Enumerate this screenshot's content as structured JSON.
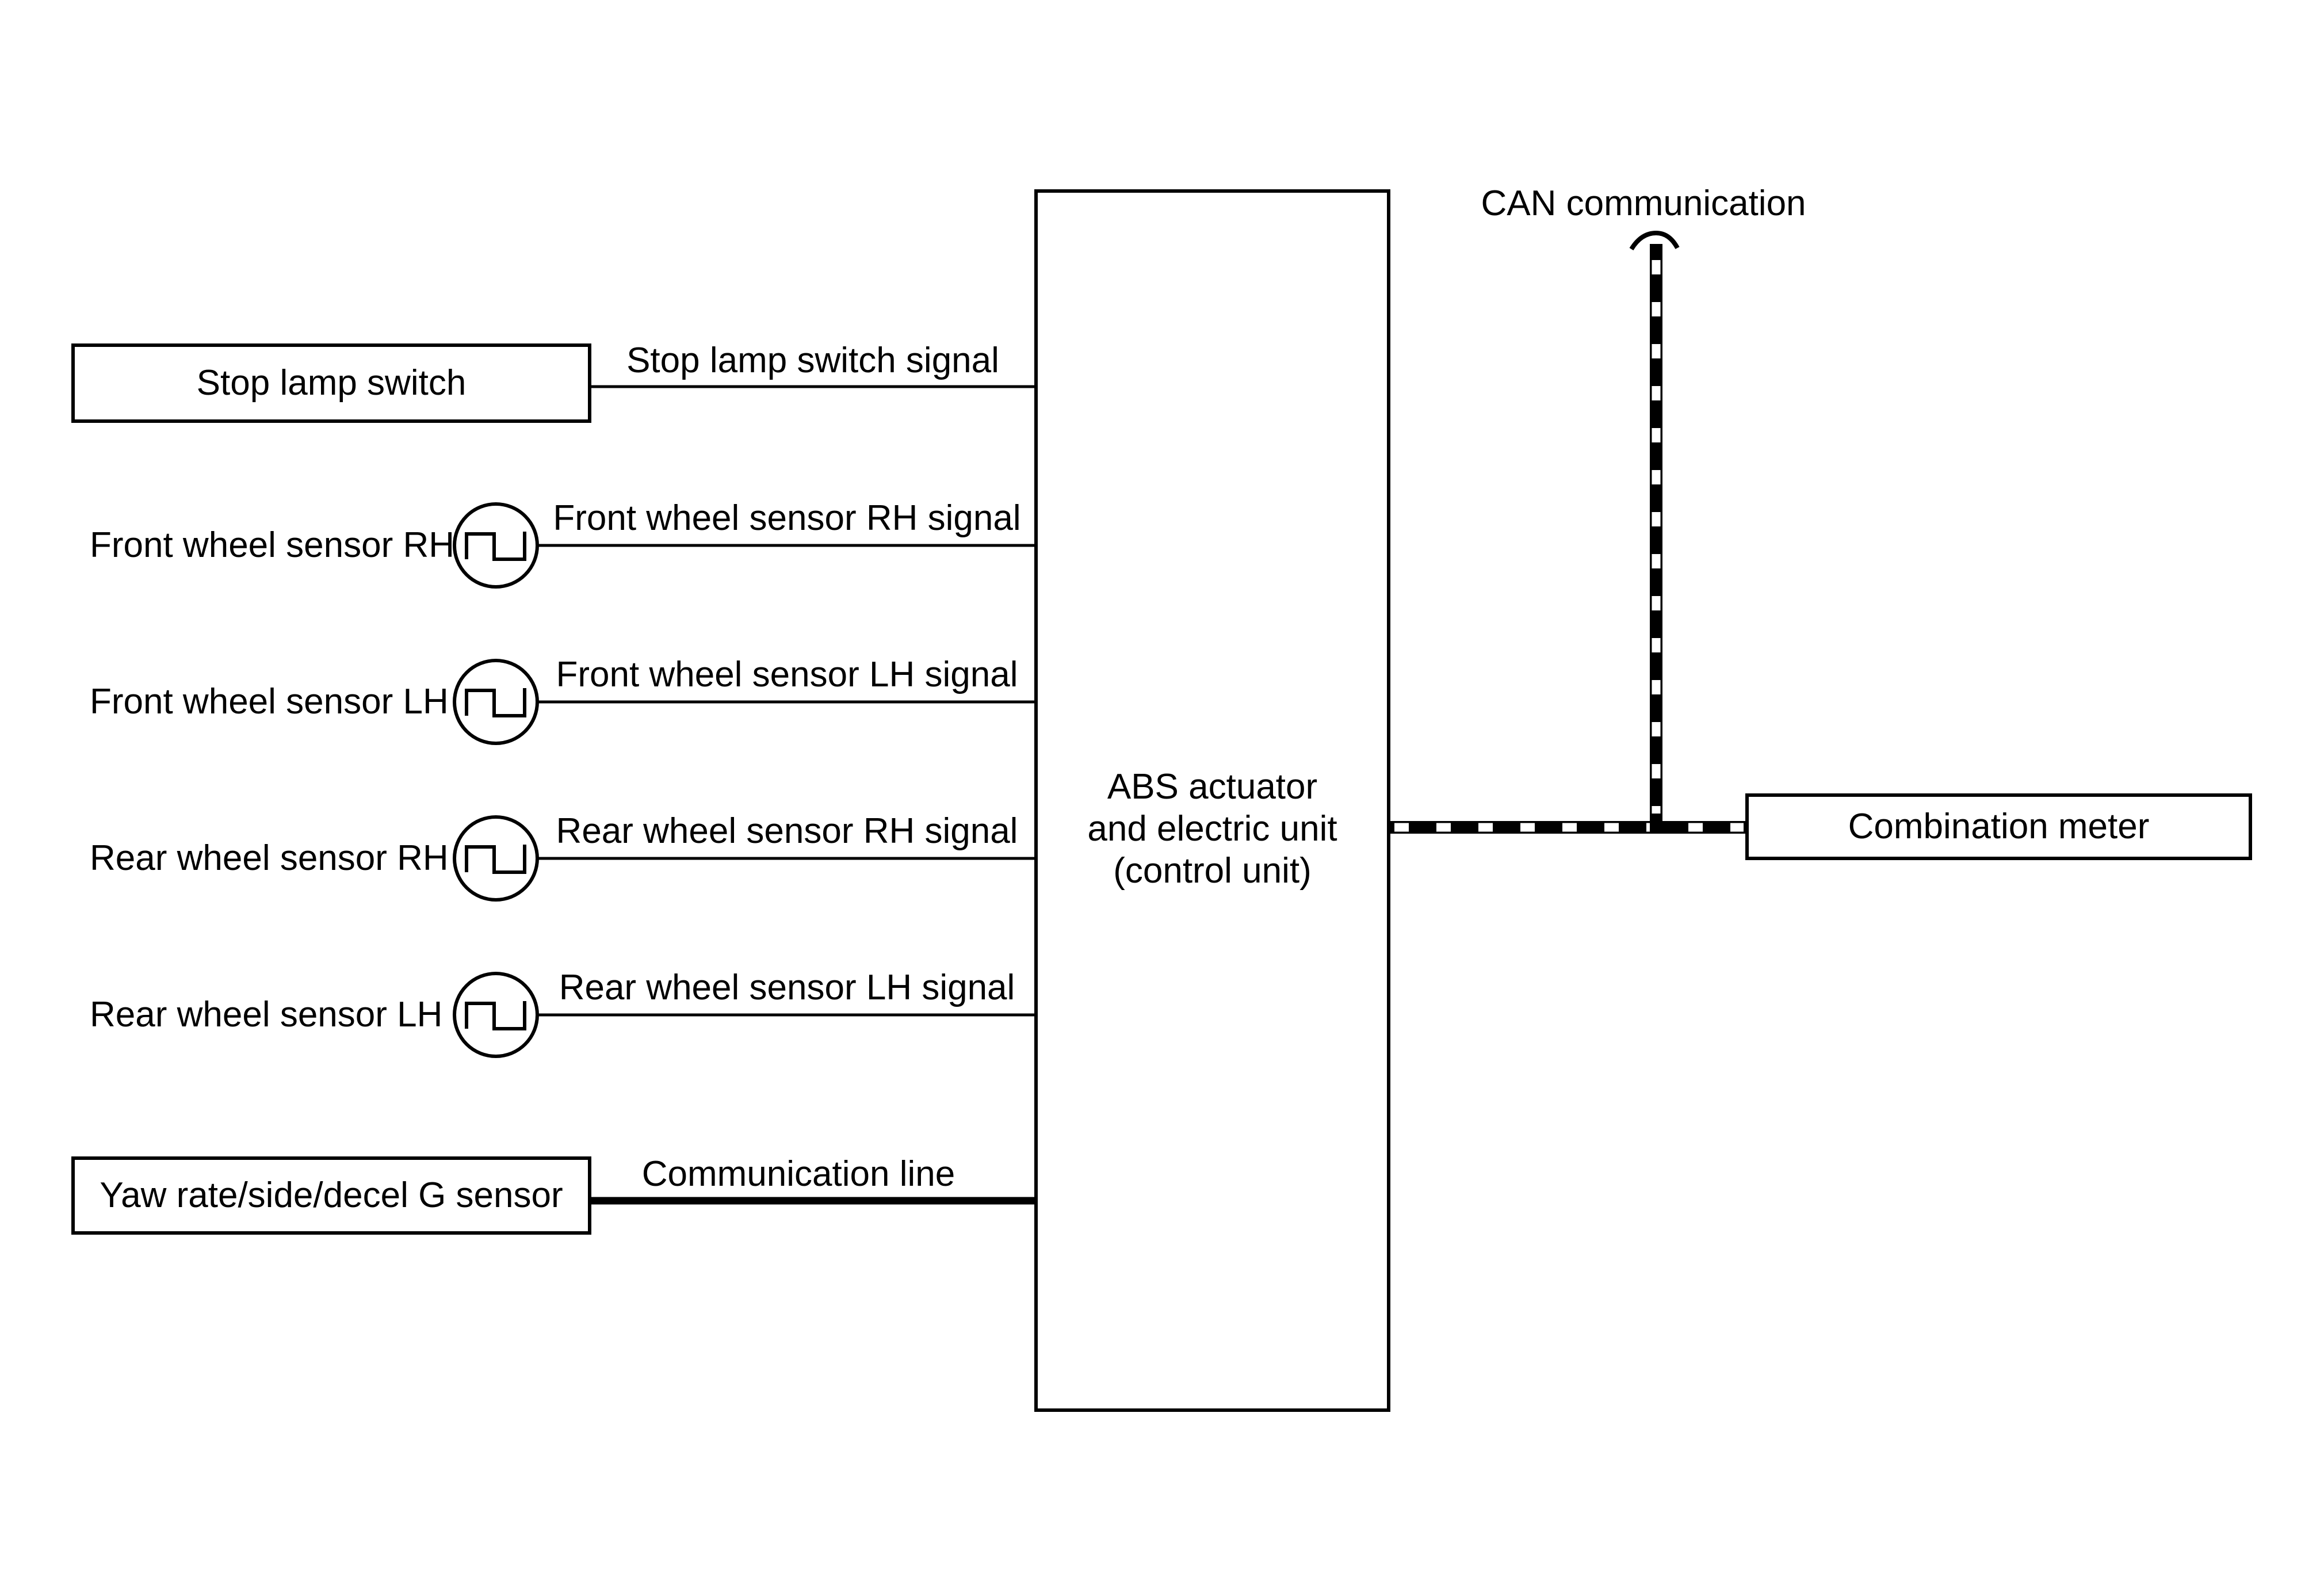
{
  "diagram": {
    "title_hint": "ABS system block diagram",
    "colors": {
      "foreground": "#000000",
      "background": "#ffffff"
    },
    "can": {
      "label": "CAN communication"
    },
    "abs_unit": {
      "line1": "ABS actuator",
      "line2": "and electric unit",
      "line3": "(control unit)"
    },
    "combination_meter": {
      "label": "Combination meter"
    },
    "stop_lamp": {
      "box_label": "Stop lamp switch",
      "signal_label": "Stop lamp switch signal"
    },
    "sensors": [
      {
        "label": "Front wheel sensor RH",
        "signal": "Front wheel sensor RH signal"
      },
      {
        "label": "Front wheel sensor LH",
        "signal": "Front wheel sensor LH signal"
      },
      {
        "label": "Rear wheel sensor RH",
        "signal": "Rear wheel sensor RH signal"
      },
      {
        "label": "Rear wheel sensor LH",
        "signal": "Rear wheel sensor LH signal"
      }
    ],
    "yaw_sensor": {
      "box_label": "Yaw rate/side/decel G sensor",
      "signal_label": "Communication line"
    }
  }
}
